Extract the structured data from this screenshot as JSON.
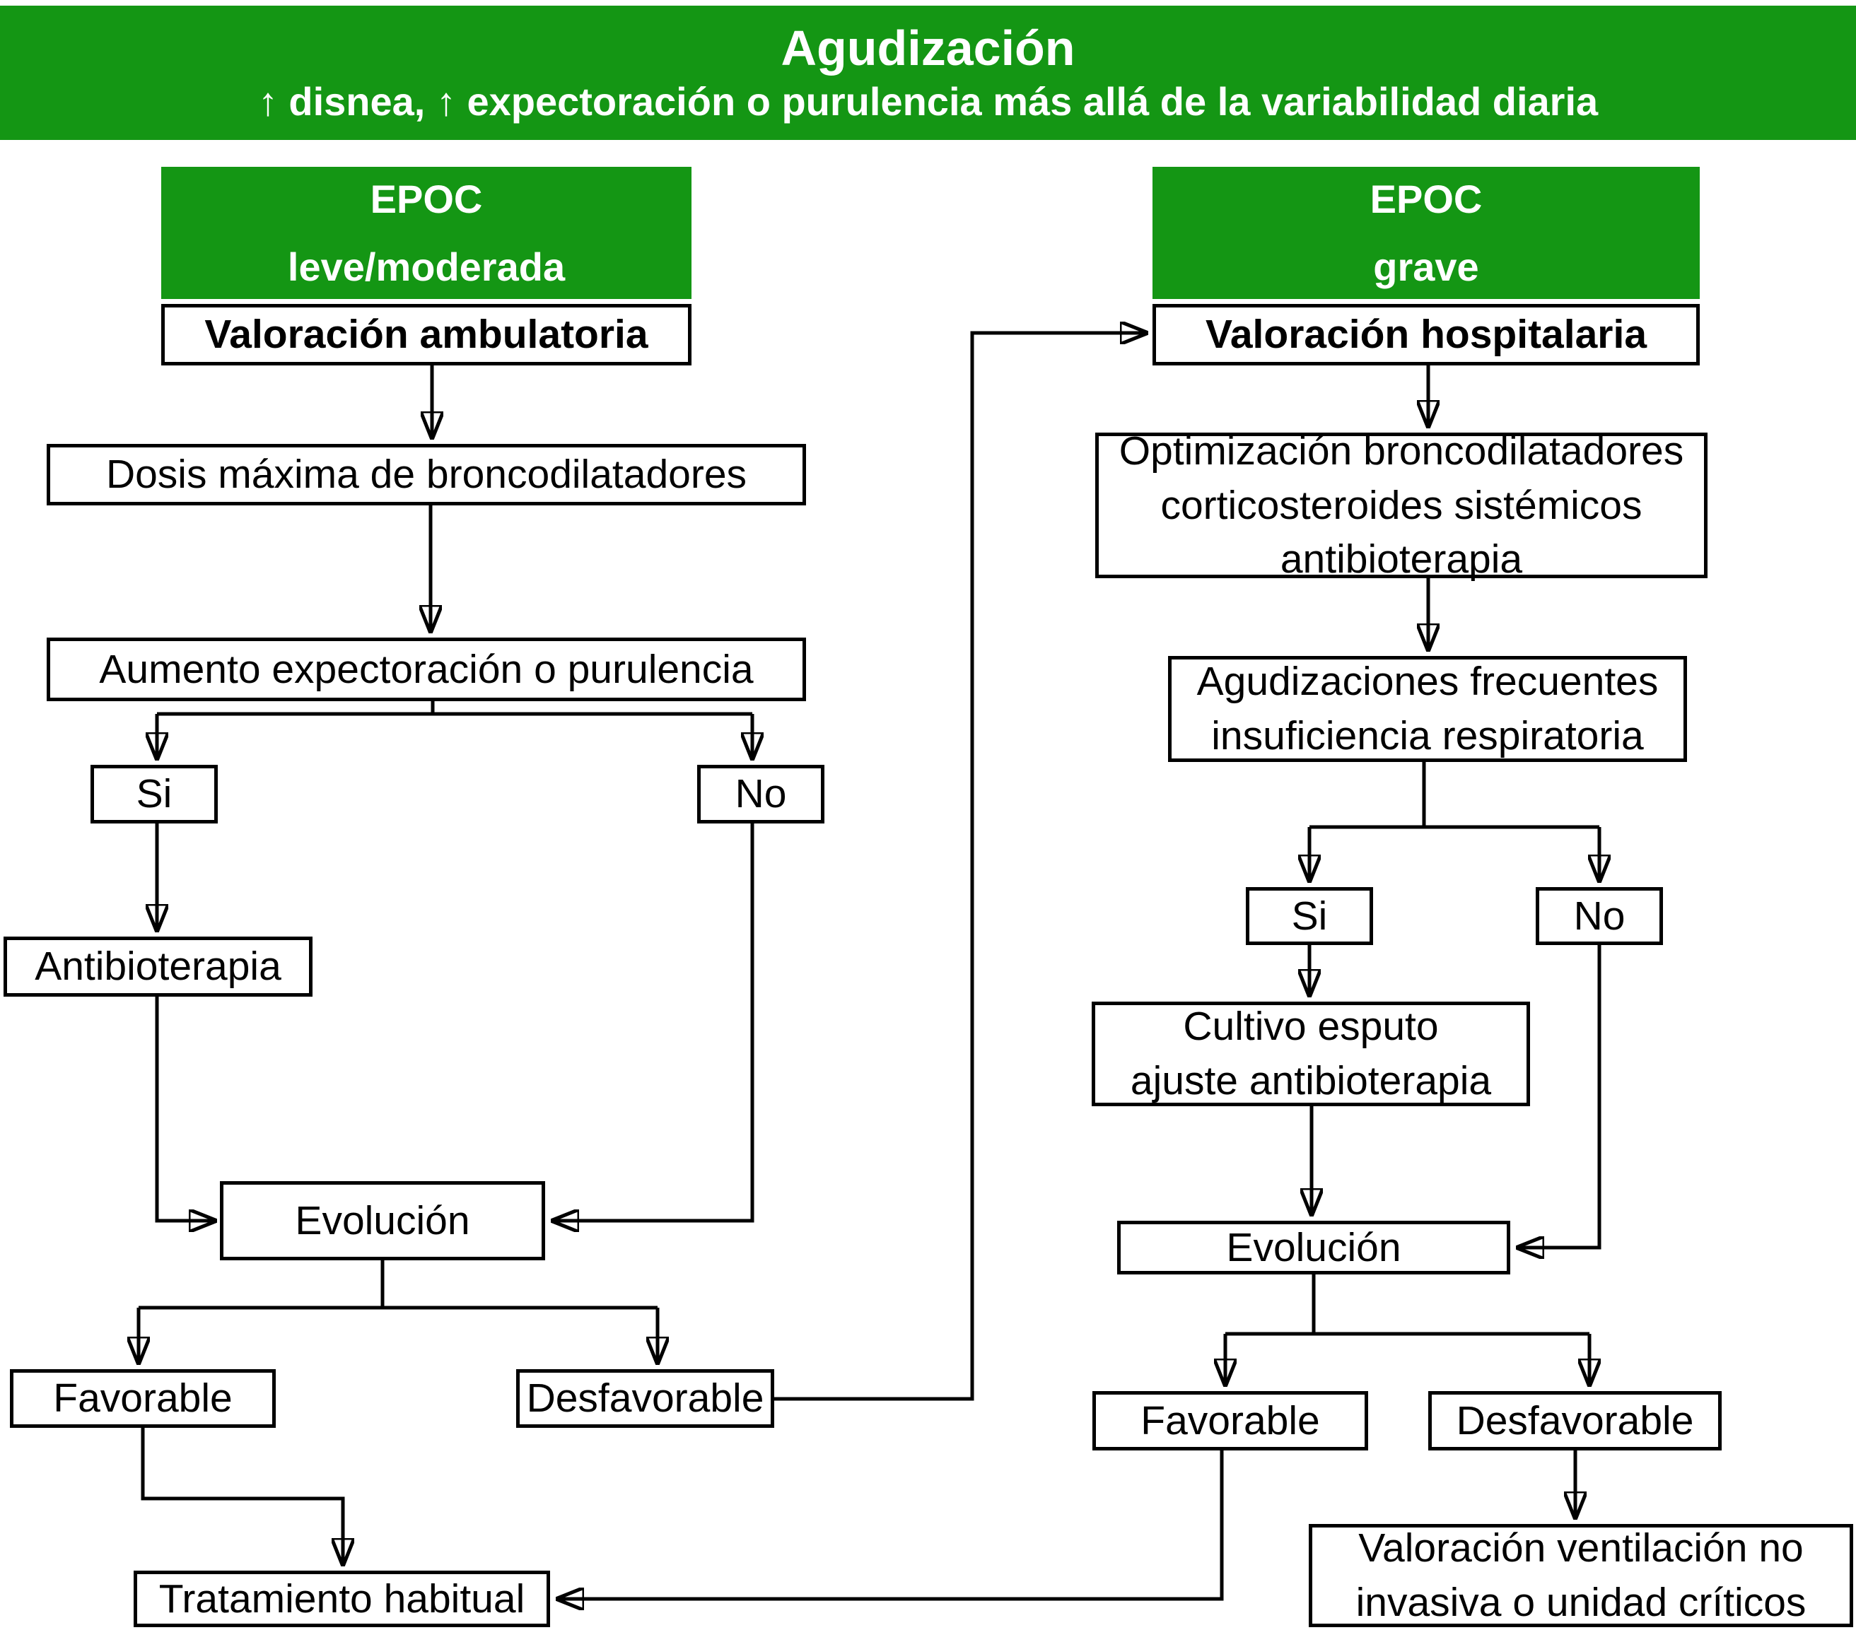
{
  "header": {
    "title": "Agudización",
    "subtitle": "↑ disnea, ↑ expectoración o purulencia más allá de la variabilidad diaria"
  },
  "colors": {
    "green": "#149614",
    "line": "#000000",
    "box_bg": "#ffffff",
    "header_text": "#ffffff",
    "text": "#000000"
  },
  "nodes": {
    "epoc_mild": {
      "label": "EPOC\nleve/moderada"
    },
    "val_amb": {
      "label": "Valoración ambulatoria"
    },
    "dosis": {
      "label": "Dosis máxima de broncodilatadores"
    },
    "aumento": {
      "label": "Aumento expectoración o purulencia"
    },
    "si_left": {
      "label": "Si"
    },
    "no_left": {
      "label": "No"
    },
    "antibioterapia": {
      "label": "Antibioterapia"
    },
    "evolucion_left": {
      "label": "Evolución"
    },
    "favorable_left": {
      "label": "Favorable"
    },
    "desfavorable_left": {
      "label": "Desfavorable"
    },
    "tratamiento": {
      "label": "Tratamiento habitual"
    },
    "epoc_severe": {
      "label": "EPOC\ngrave"
    },
    "val_hosp": {
      "label": "Valoración hospitalaria"
    },
    "optimizacion": {
      "label": "Optimización broncodilatadores\ncorticosteroides sistémicos\nantibioterapia"
    },
    "agudizaciones": {
      "label": "Agudizaciones frecuentes\ninsuficiencia respiratoria"
    },
    "si_right": {
      "label": "Si"
    },
    "no_right": {
      "label": "No"
    },
    "cultivo": {
      "label": "Cultivo esputo\najuste antibioterapia"
    },
    "evolucion_right": {
      "label": "Evolución"
    },
    "favorable_right": {
      "label": "Favorable"
    },
    "desfavorable_right": {
      "label": "Desfavorable"
    },
    "ventilacion": {
      "label": "Valoración ventilación no\ninvasiva o unidad críticos"
    }
  }
}
